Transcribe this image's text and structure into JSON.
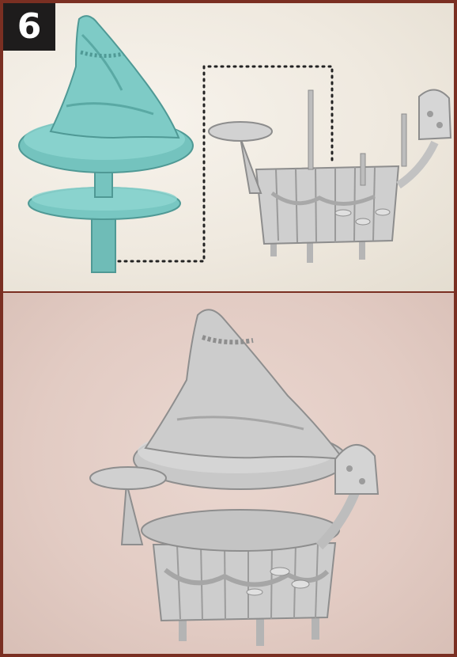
{
  "step": {
    "number": "6"
  },
  "colors": {
    "border": "#7a2f22",
    "top_background": "#efe9df",
    "bottom_background": "#e2cbc3",
    "badge_background": "#1e1c1c",
    "badge_text": "#ffffff",
    "part_highlight": "#7ecbc6",
    "model_gray": "#bdbdbd"
  },
  "images": {
    "top_left": "turquoise-roof-and-floor-part",
    "top_right": "gray-house-base-with-mushrooms",
    "bottom": "assembled-mushroom-house-model"
  },
  "callout": {
    "style": "dotted-connector"
  }
}
